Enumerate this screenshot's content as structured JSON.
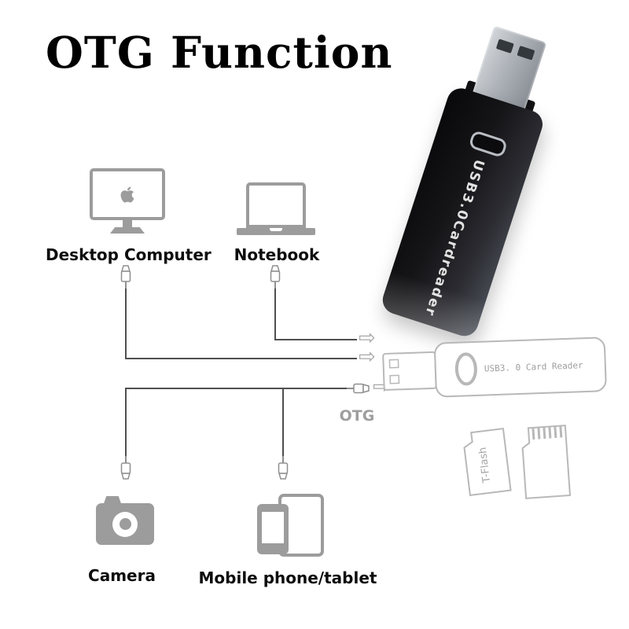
{
  "title": "OTG Function",
  "device_photo": {
    "side_label": "USB3.0Cardreader"
  },
  "devices": {
    "desktop": "Desktop Computer",
    "notebook": "Notebook",
    "camera": "Camera",
    "mobile": "Mobile phone/tablet"
  },
  "connections": {
    "otg_label": "OTG"
  },
  "reader_outline": {
    "label": "USB3. 0 Card Reader"
  },
  "cards": {
    "tflash_label": "T-Flash"
  },
  "icons": {
    "arrow_right": "⇨"
  },
  "colors": {
    "icon_gray": "#9c9c9c",
    "outline_gray": "#b8b8b8",
    "cable_gray": "#4f4f4f",
    "text_black": "#0d0d0d",
    "device_black": "#151518"
  }
}
